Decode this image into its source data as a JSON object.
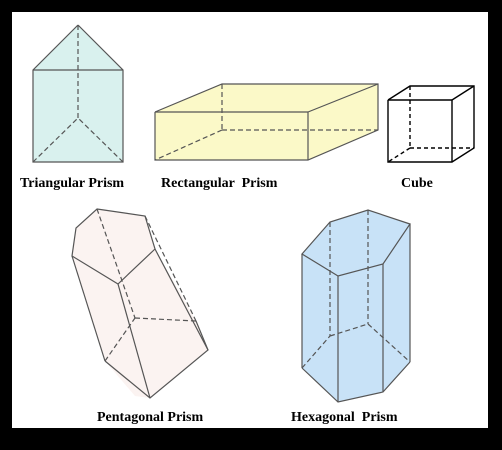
{
  "labels": {
    "triangular": "Triangular Prism",
    "rectangular": "Rectangular  Prism",
    "cube": "Cube",
    "pentagonal": "Pentagonal Prism",
    "hexagonal": "Hexagonal  Prism"
  },
  "colors": {
    "frame": "#000000",
    "triangular_fill": "#d9f1ee",
    "rectangular_fill": "#fbf9c8",
    "cube_fill": "#ffffff",
    "pentagonal_fill": "#fbf3f1",
    "hexagonal_fill": "#c8e2f7",
    "edge": "#555555"
  }
}
